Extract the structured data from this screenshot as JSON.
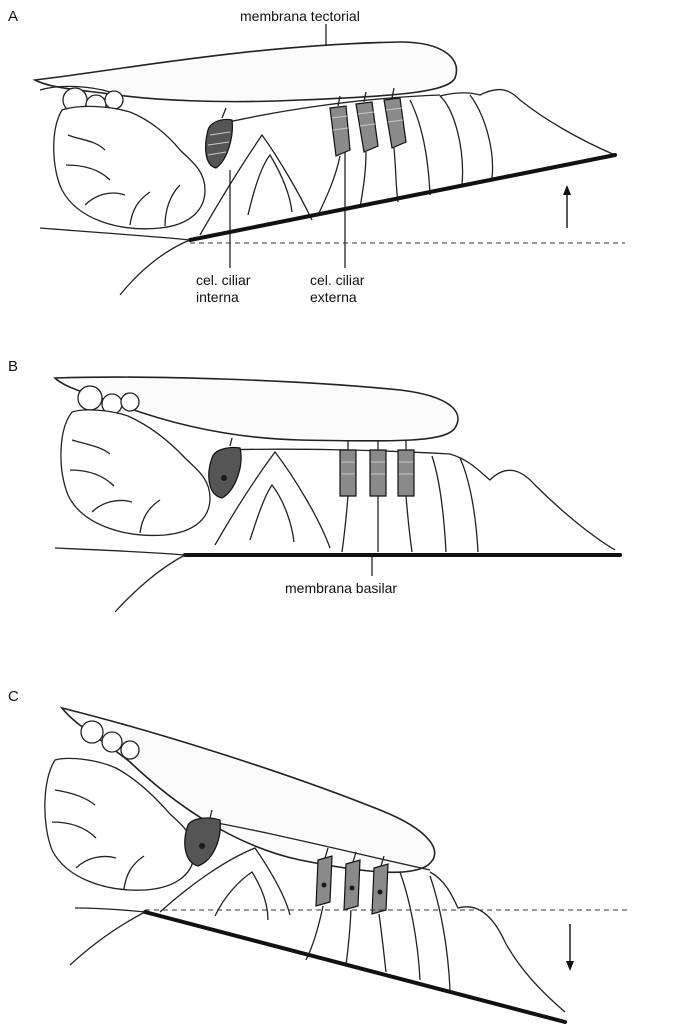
{
  "panels": [
    {
      "label": "A",
      "annotations": {
        "tectorial": "membrana tectorial",
        "inner_hair_cell": [
          "cel. ciliar",
          "interna"
        ],
        "outer_hair_cell": [
          "cel. ciliar",
          "externa"
        ]
      },
      "motion": "up"
    },
    {
      "label": "B",
      "annotations": {
        "basilar": "membrana basilar"
      },
      "motion": "rest"
    },
    {
      "label": "C",
      "annotations": {},
      "motion": "down"
    }
  ],
  "colors": {
    "line": "#222222",
    "inner_hair_cell": "#555555",
    "outer_hair_cell": "#8a8a8a",
    "background": "#ffffff"
  }
}
